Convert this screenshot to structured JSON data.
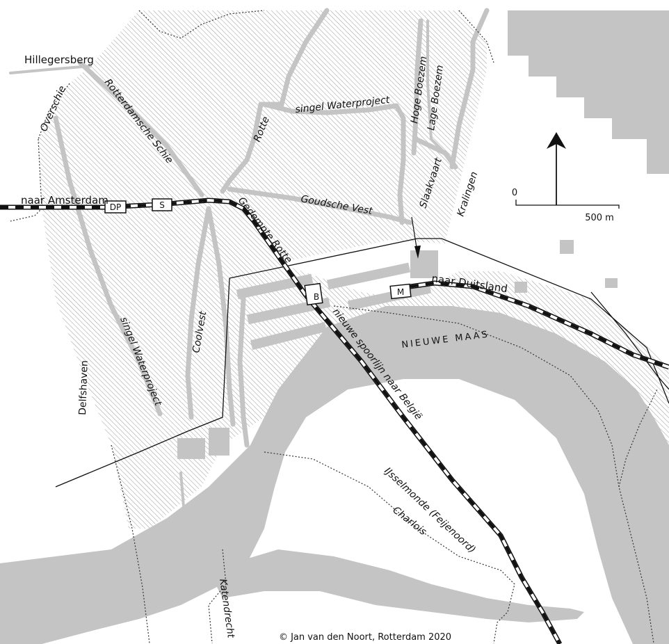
{
  "labels": {
    "hillegersberg": "Hillegersberg",
    "overschie": "Overschie",
    "rotterdamsche_schie": "Rotterdamsche Schie",
    "rotte": "Rotte",
    "singel_waterproject_north": "singel Waterproject",
    "hoge_boezem": "Hoge Boezem",
    "lage_boezem": "Lage Boezem",
    "naar_amsterdam": "naar Amsterdam",
    "gedempte_rotte": "Gedempte Rotte",
    "goudsche_vest": "Goudsche Vest",
    "slaakvaart": "Slaakvaart",
    "kralingen": "Kralingen",
    "naar_duitsland": "naar Duitsland",
    "nieuwe_maas": "NIEUWE MAAS",
    "coolvest": "Coolvest",
    "singel_waterproject_west": "singel Waterproject",
    "delfshaven": "Delfshaven",
    "nieuwe_spoorlijn": "nieuwe spoorlijn naar België",
    "ijsselmonde": "IJsselmonde (Feijenoord)",
    "charlois": "Charlois",
    "katendrecht": "Katendrecht",
    "copyright": "© Jan van den Noort, Rotterdam 2020"
  },
  "stations": {
    "dp": "DP",
    "s": "S",
    "b": "B",
    "m": "M"
  },
  "scale_bar": {
    "start": "0",
    "end": "500 m"
  },
  "icons": {
    "north": "north-arrow-icon"
  },
  "colors": {
    "water": "#c4c4c4",
    "hatch": "#9a9a9a",
    "rail": "#111111",
    "background": "#ffffff"
  }
}
